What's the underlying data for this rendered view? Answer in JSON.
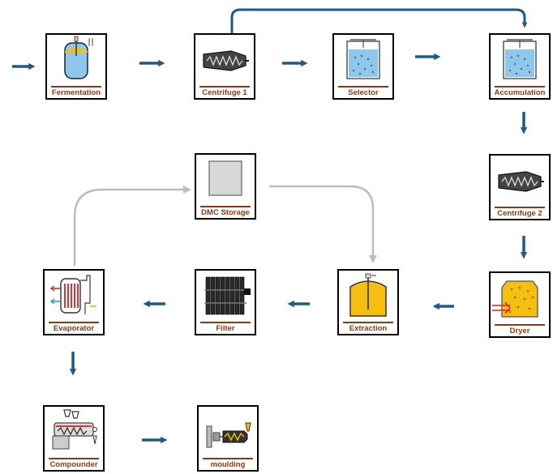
{
  "colors": {
    "arrow_blue": "#1d5b85",
    "arrow_grey": "#bdbdbd",
    "label_brown": "#8b3a12",
    "liquid_blue": "#8ec6ec",
    "product_yellow": "#f5bf0f"
  },
  "nodes": {
    "fermentation": {
      "label": "Fermentation",
      "icon": "fermenter-tank-icon"
    },
    "centrifuge1": {
      "label": "Centrifuge 1",
      "icon": "centrifuge-icon"
    },
    "selector": {
      "label": "Selector",
      "icon": "settling-tank-icon"
    },
    "accumulation": {
      "label": "Accumulation",
      "icon": "settling-tank-icon"
    },
    "centrifuge2": {
      "label": "Centrifuge 2",
      "icon": "centrifuge-icon"
    },
    "dryer": {
      "label": "Dryer",
      "icon": "dryer-icon"
    },
    "extraction": {
      "label": "Extraction",
      "icon": "extraction-tank-icon"
    },
    "filter": {
      "label": "Filter",
      "icon": "filter-press-icon"
    },
    "evaporator": {
      "label": "Evaporator",
      "icon": "evaporator-icon"
    },
    "dmc_storage": {
      "label": "DMC Storage",
      "icon": "storage-box-icon"
    },
    "compounder": {
      "label": "Compounder",
      "icon": "compounder-icon"
    },
    "moulding": {
      "label": "moulding",
      "icon": "moulding-machine-icon"
    }
  }
}
